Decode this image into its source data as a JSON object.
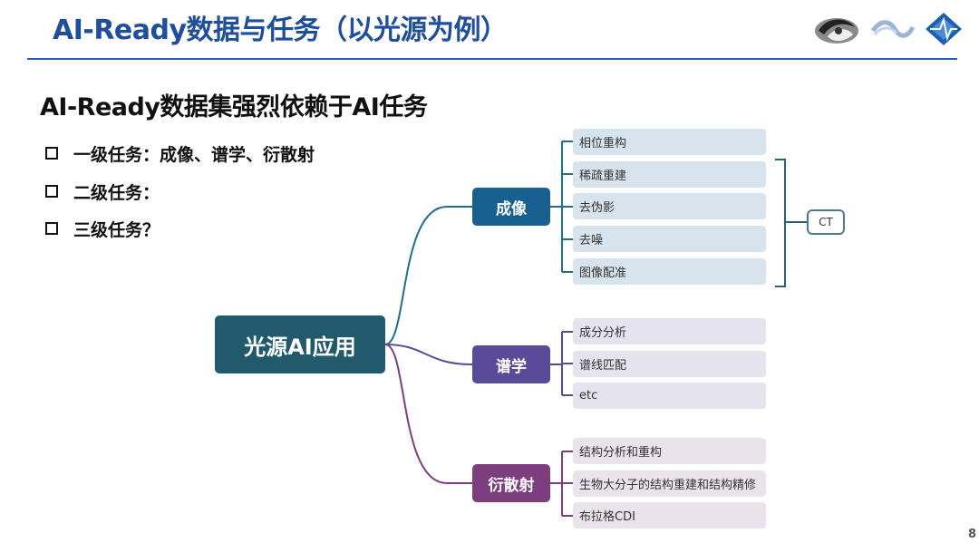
{
  "slide": {
    "title": "AI-Ready数据与任务（以光源为例）",
    "subtitle": "AI-Ready数据集强烈依赖于AI任务",
    "page_number": "8"
  },
  "bullets": [
    "一级任务：成像、谱学、衍散射",
    "二级任务：",
    "三级任务？"
  ],
  "mindmap": {
    "root": "光源AI应用",
    "categories": [
      {
        "label": "成像",
        "color": "#17608f",
        "leaves": [
          "相位重构",
          "稀疏重建",
          "去伪影",
          "去噪",
          "图像配准"
        ]
      },
      {
        "label": "谱学",
        "color": "#5a4b9a",
        "leaves": [
          "成分分析",
          "谱线匹配",
          "etc"
        ]
      },
      {
        "label": "衍散射",
        "color": "#7c3e7f",
        "leaves": [
          "结构分析和重构",
          "生物大分子的结构重建和结构精修",
          "布拉格CDI"
        ]
      }
    ],
    "bracket_label": "CT"
  },
  "colors": {
    "title": "#1f4e9a",
    "root": "#215a6c"
  }
}
